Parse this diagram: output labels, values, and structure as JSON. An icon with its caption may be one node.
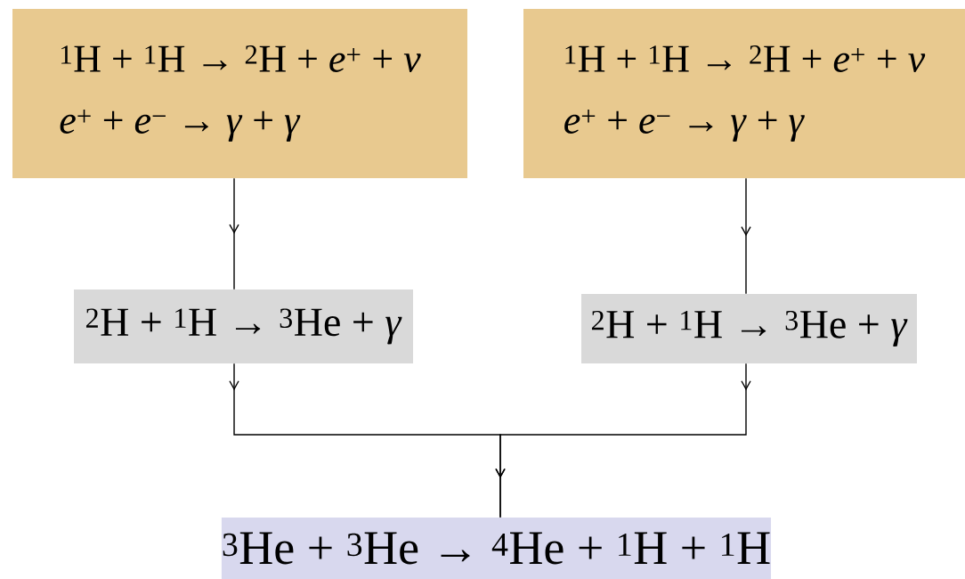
{
  "diagram": {
    "nodes": [
      {
        "text": [
          "$^{1}$H + $^{1}$H → $^{2}$H + *e*$^{+}$ + *ν*",
          "*e*$^{+}$ + *e*$^{−}$ → *γ* + *γ*"
        ]
      },
      {
        "text": [
          "$^{1}$H + $^{1}$H → $^{2}$H + *e*$^{+}$ + *ν*",
          "*e*$^{+}$ + *e*$^{−}$ → *γ* + *γ*"
        ]
      },
      {
        "text": [
          "$^{2}$H + $^{1}$H → $^{3}$He + *γ*"
        ]
      },
      {
        "text": [
          "$^{2}$H + $^{1}$H → $^{3}$He + *γ*"
        ]
      },
      {
        "text": [
          "$^{3}$He + $^{3}$He → $^{4}$He + $^{1}$H + $^{1}$H"
        ]
      }
    ],
    "edges": [
      {
        "from": 0,
        "to": 2,
        "arrow": "to"
      },
      {
        "from": 1,
        "to": 3,
        "arrow": "to"
      },
      {
        "from": 2,
        "to": 4,
        "arrow": "to"
      },
      {
        "from": 3,
        "to": 4,
        "arrow": "to"
      }
    ]
  }
}
